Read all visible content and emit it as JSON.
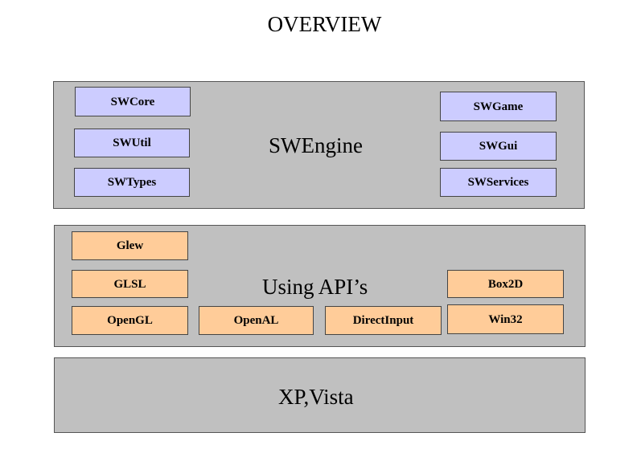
{
  "title": "OVERVIEW",
  "layers": {
    "engine": {
      "label": "SWEngine",
      "modules": [
        "SWCore",
        "SWUtil",
        "SWTypes",
        "SWGame",
        "SWGui",
        "SWServices"
      ],
      "color": "#ccccff"
    },
    "apis": {
      "label": "Using API’s",
      "modules": [
        "Glew",
        "GLSL",
        "OpenGL",
        "OpenAL",
        "DirectInput",
        "Box2D",
        "Win32"
      ],
      "color": "#ffcc99"
    },
    "os": {
      "label": "XP,Vista"
    }
  },
  "layer_background": "#c0c0c0"
}
